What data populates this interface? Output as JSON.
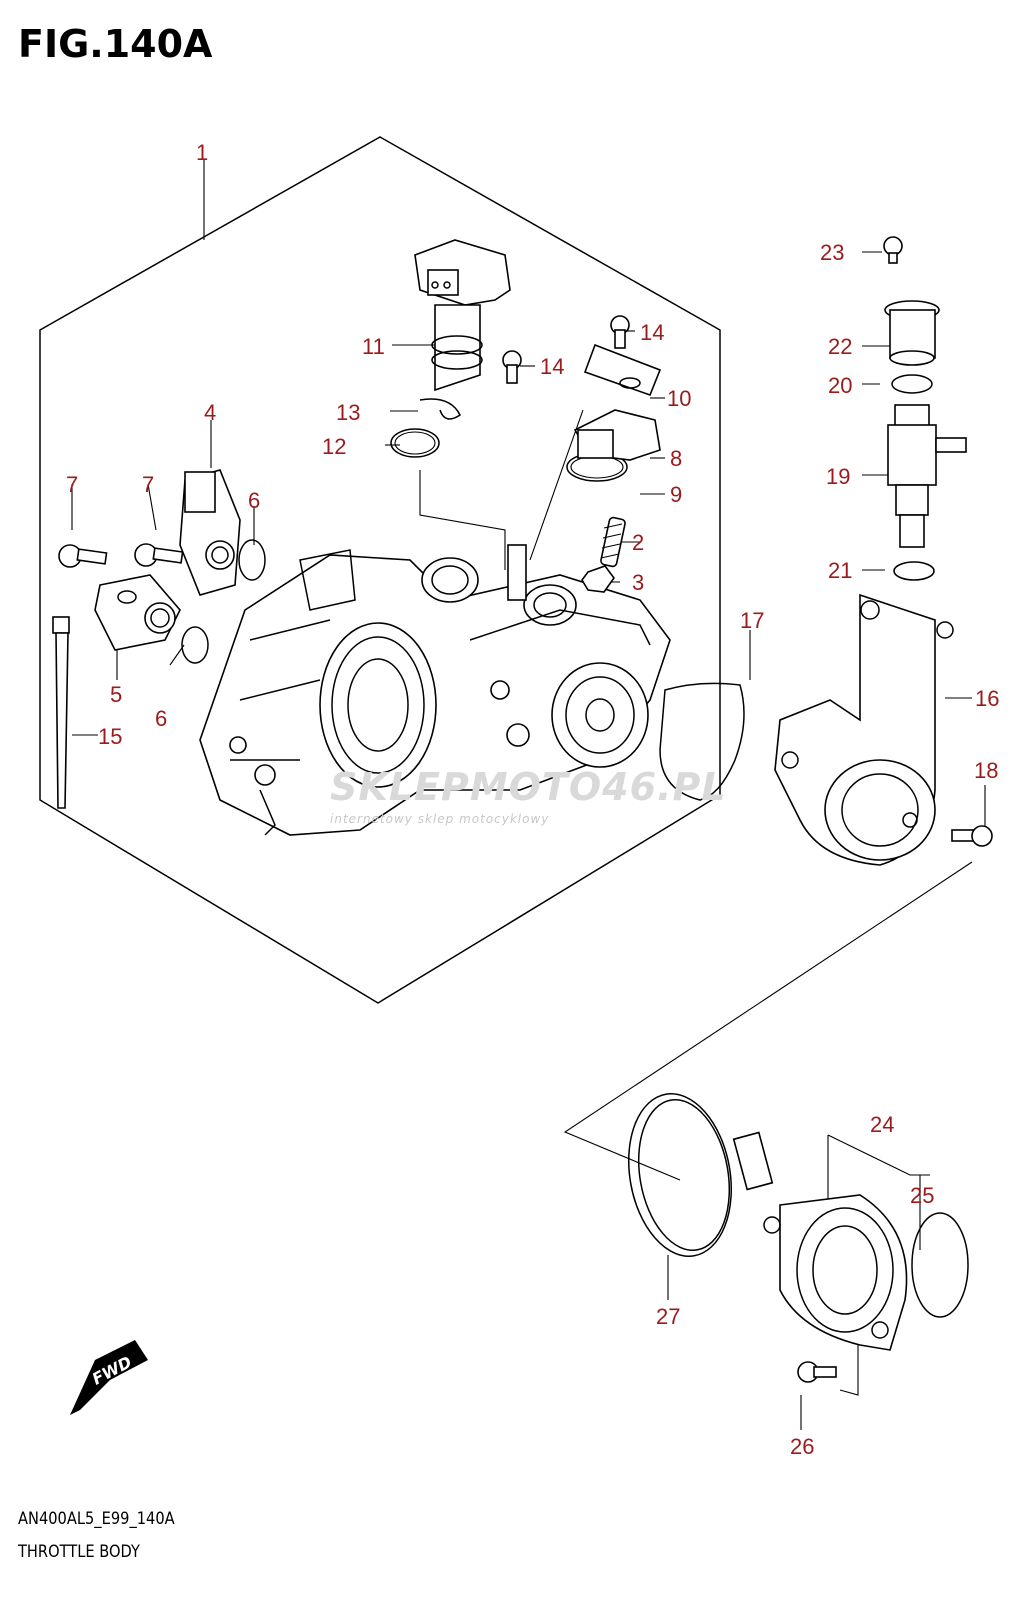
{
  "figure": {
    "title": "FIG.140A",
    "code": "AN400AL5_E99_140A",
    "caption": "THROTTLE BODY"
  },
  "watermark": {
    "brand": "SKLEPMOTO46.PL",
    "tagline": "internetowy sklep motocyklowy"
  },
  "fwd_label": "FWD",
  "callouts": [
    {
      "id": "c1",
      "text": "1"
    },
    {
      "id": "c2",
      "text": "2"
    },
    {
      "id": "c3",
      "text": "3"
    },
    {
      "id": "c4",
      "text": "4"
    },
    {
      "id": "c5",
      "text": "5"
    },
    {
      "id": "c6a",
      "text": "6"
    },
    {
      "id": "c6b",
      "text": "6"
    },
    {
      "id": "c7a",
      "text": "7"
    },
    {
      "id": "c7b",
      "text": "7"
    },
    {
      "id": "c8",
      "text": "8"
    },
    {
      "id": "c9",
      "text": "9"
    },
    {
      "id": "c10",
      "text": "10"
    },
    {
      "id": "c11",
      "text": "11"
    },
    {
      "id": "c12",
      "text": "12"
    },
    {
      "id": "c13",
      "text": "13"
    },
    {
      "id": "c14a",
      "text": "14"
    },
    {
      "id": "c14b",
      "text": "14"
    },
    {
      "id": "c15",
      "text": "15"
    },
    {
      "id": "c16",
      "text": "16"
    },
    {
      "id": "c17",
      "text": "17"
    },
    {
      "id": "c18",
      "text": "18"
    },
    {
      "id": "c19",
      "text": "19"
    },
    {
      "id": "c20",
      "text": "20"
    },
    {
      "id": "c21",
      "text": "21"
    },
    {
      "id": "c22",
      "text": "22"
    },
    {
      "id": "c23",
      "text": "23"
    },
    {
      "id": "c24",
      "text": "24"
    },
    {
      "id": "c25",
      "text": "25"
    },
    {
      "id": "c26",
      "text": "26"
    },
    {
      "id": "c27",
      "text": "27"
    }
  ]
}
